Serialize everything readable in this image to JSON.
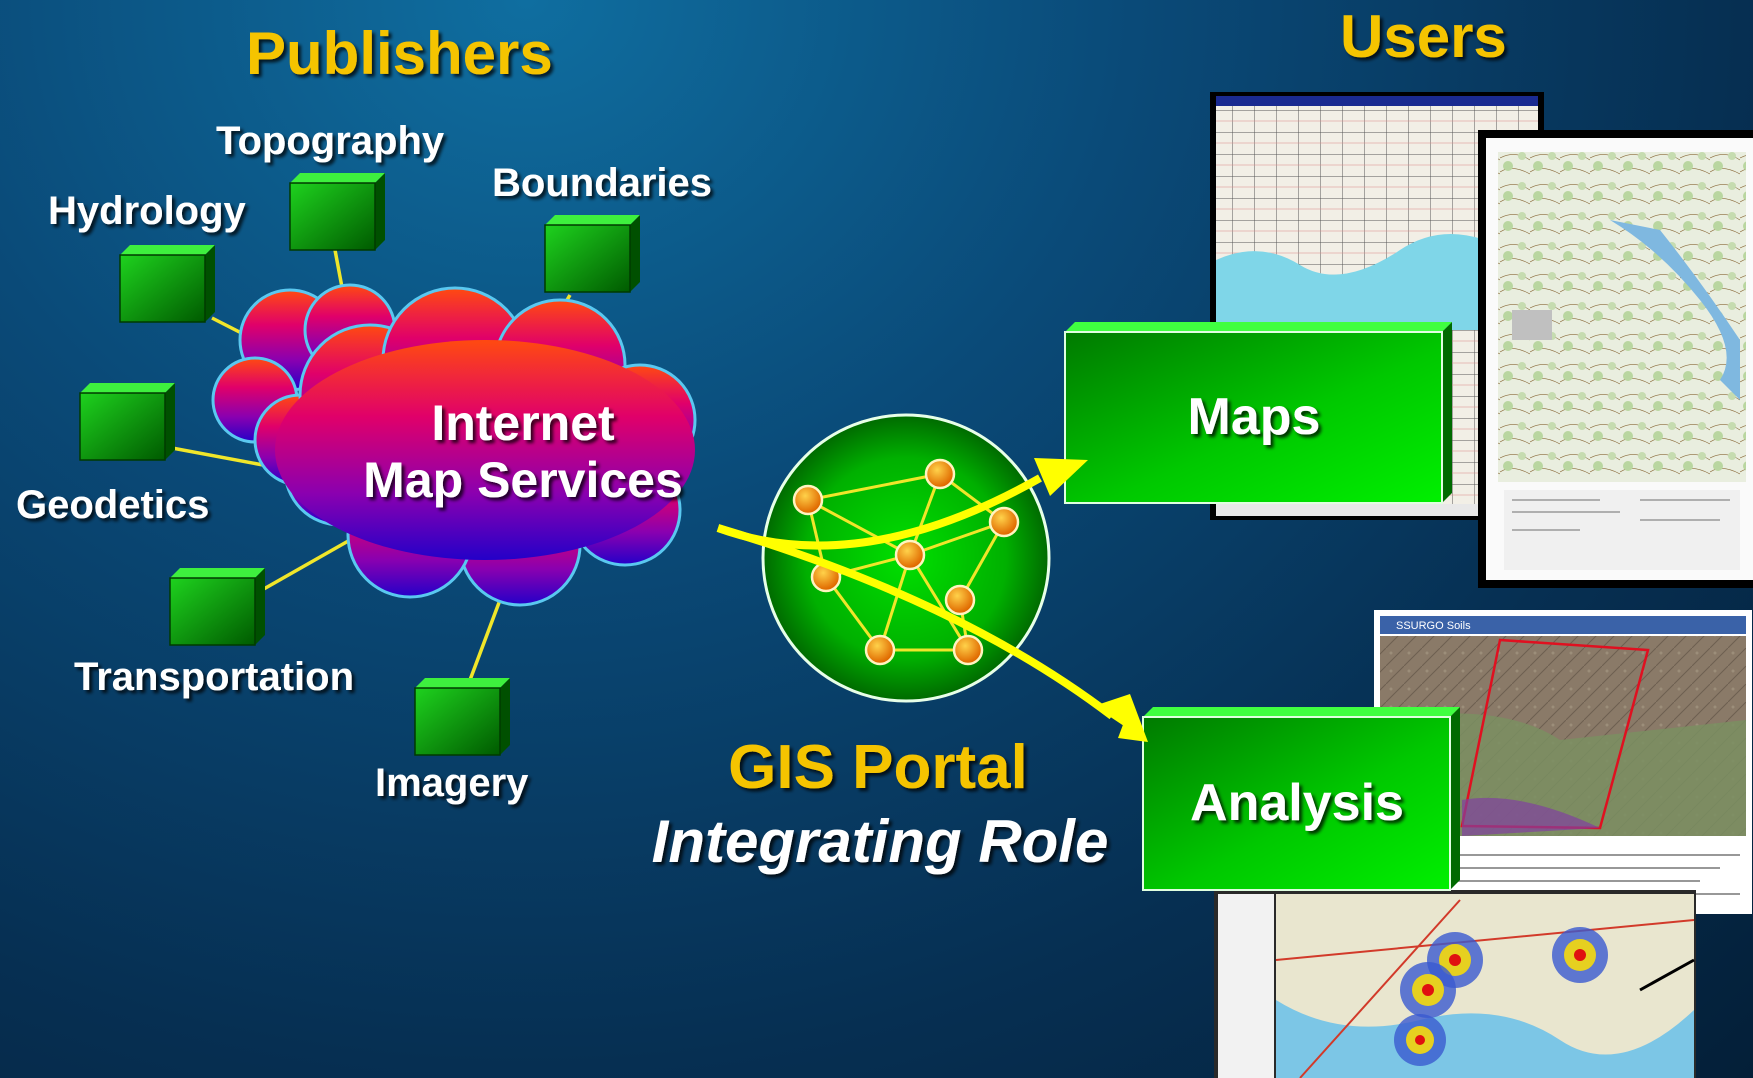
{
  "headings": {
    "publishers": "Publishers",
    "users": "Users",
    "portal": "GIS Portal",
    "portal_sub": "Integrating Role"
  },
  "cloud": {
    "line1": "Internet",
    "line2": "Map Services"
  },
  "publishers": {
    "topography": "Topography",
    "hydrology": "Hydrology",
    "boundaries": "Boundaries",
    "geodetics": "Geodetics",
    "transportation": "Transportation",
    "imagery": "Imagery"
  },
  "outputs": {
    "maps": "Maps",
    "analysis": "Analysis"
  },
  "thumbnails": {
    "soils_title": "SSURGO Soils"
  },
  "colors": {
    "heading": "#f5c400",
    "box_green": "#00b400",
    "connector": "#f0e62a",
    "arrow": "#ffff00"
  }
}
